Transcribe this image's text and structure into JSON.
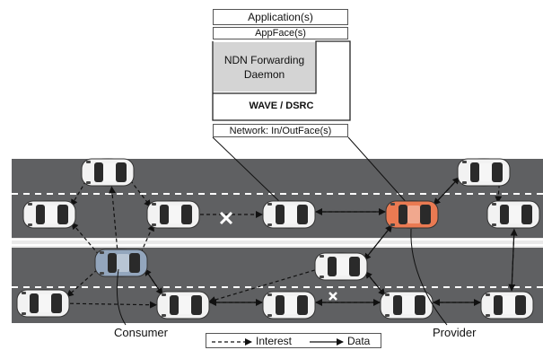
{
  "stack": {
    "application": "Application(s)",
    "appface": "AppFace(s)",
    "nfd_line1": "NDN Forwarding",
    "nfd_line2": "Daemon",
    "wave": "WAVE / DSRC",
    "network": "Network: In/OutFace(s)"
  },
  "labels": {
    "consumer": "Consumer",
    "provider": "Provider"
  },
  "legend": {
    "interest": "Interest",
    "data": "Data"
  },
  "colors": {
    "road": "#5f6062",
    "car_white": "#f2f2f2",
    "car_consumer": "#93a6bd",
    "car_provider": "#ea7a52",
    "nfd_fill": "#d4d4d4",
    "lane_mark": "#ffffff"
  },
  "icons": [
    "car-icon",
    "cross-mark-icon"
  ]
}
